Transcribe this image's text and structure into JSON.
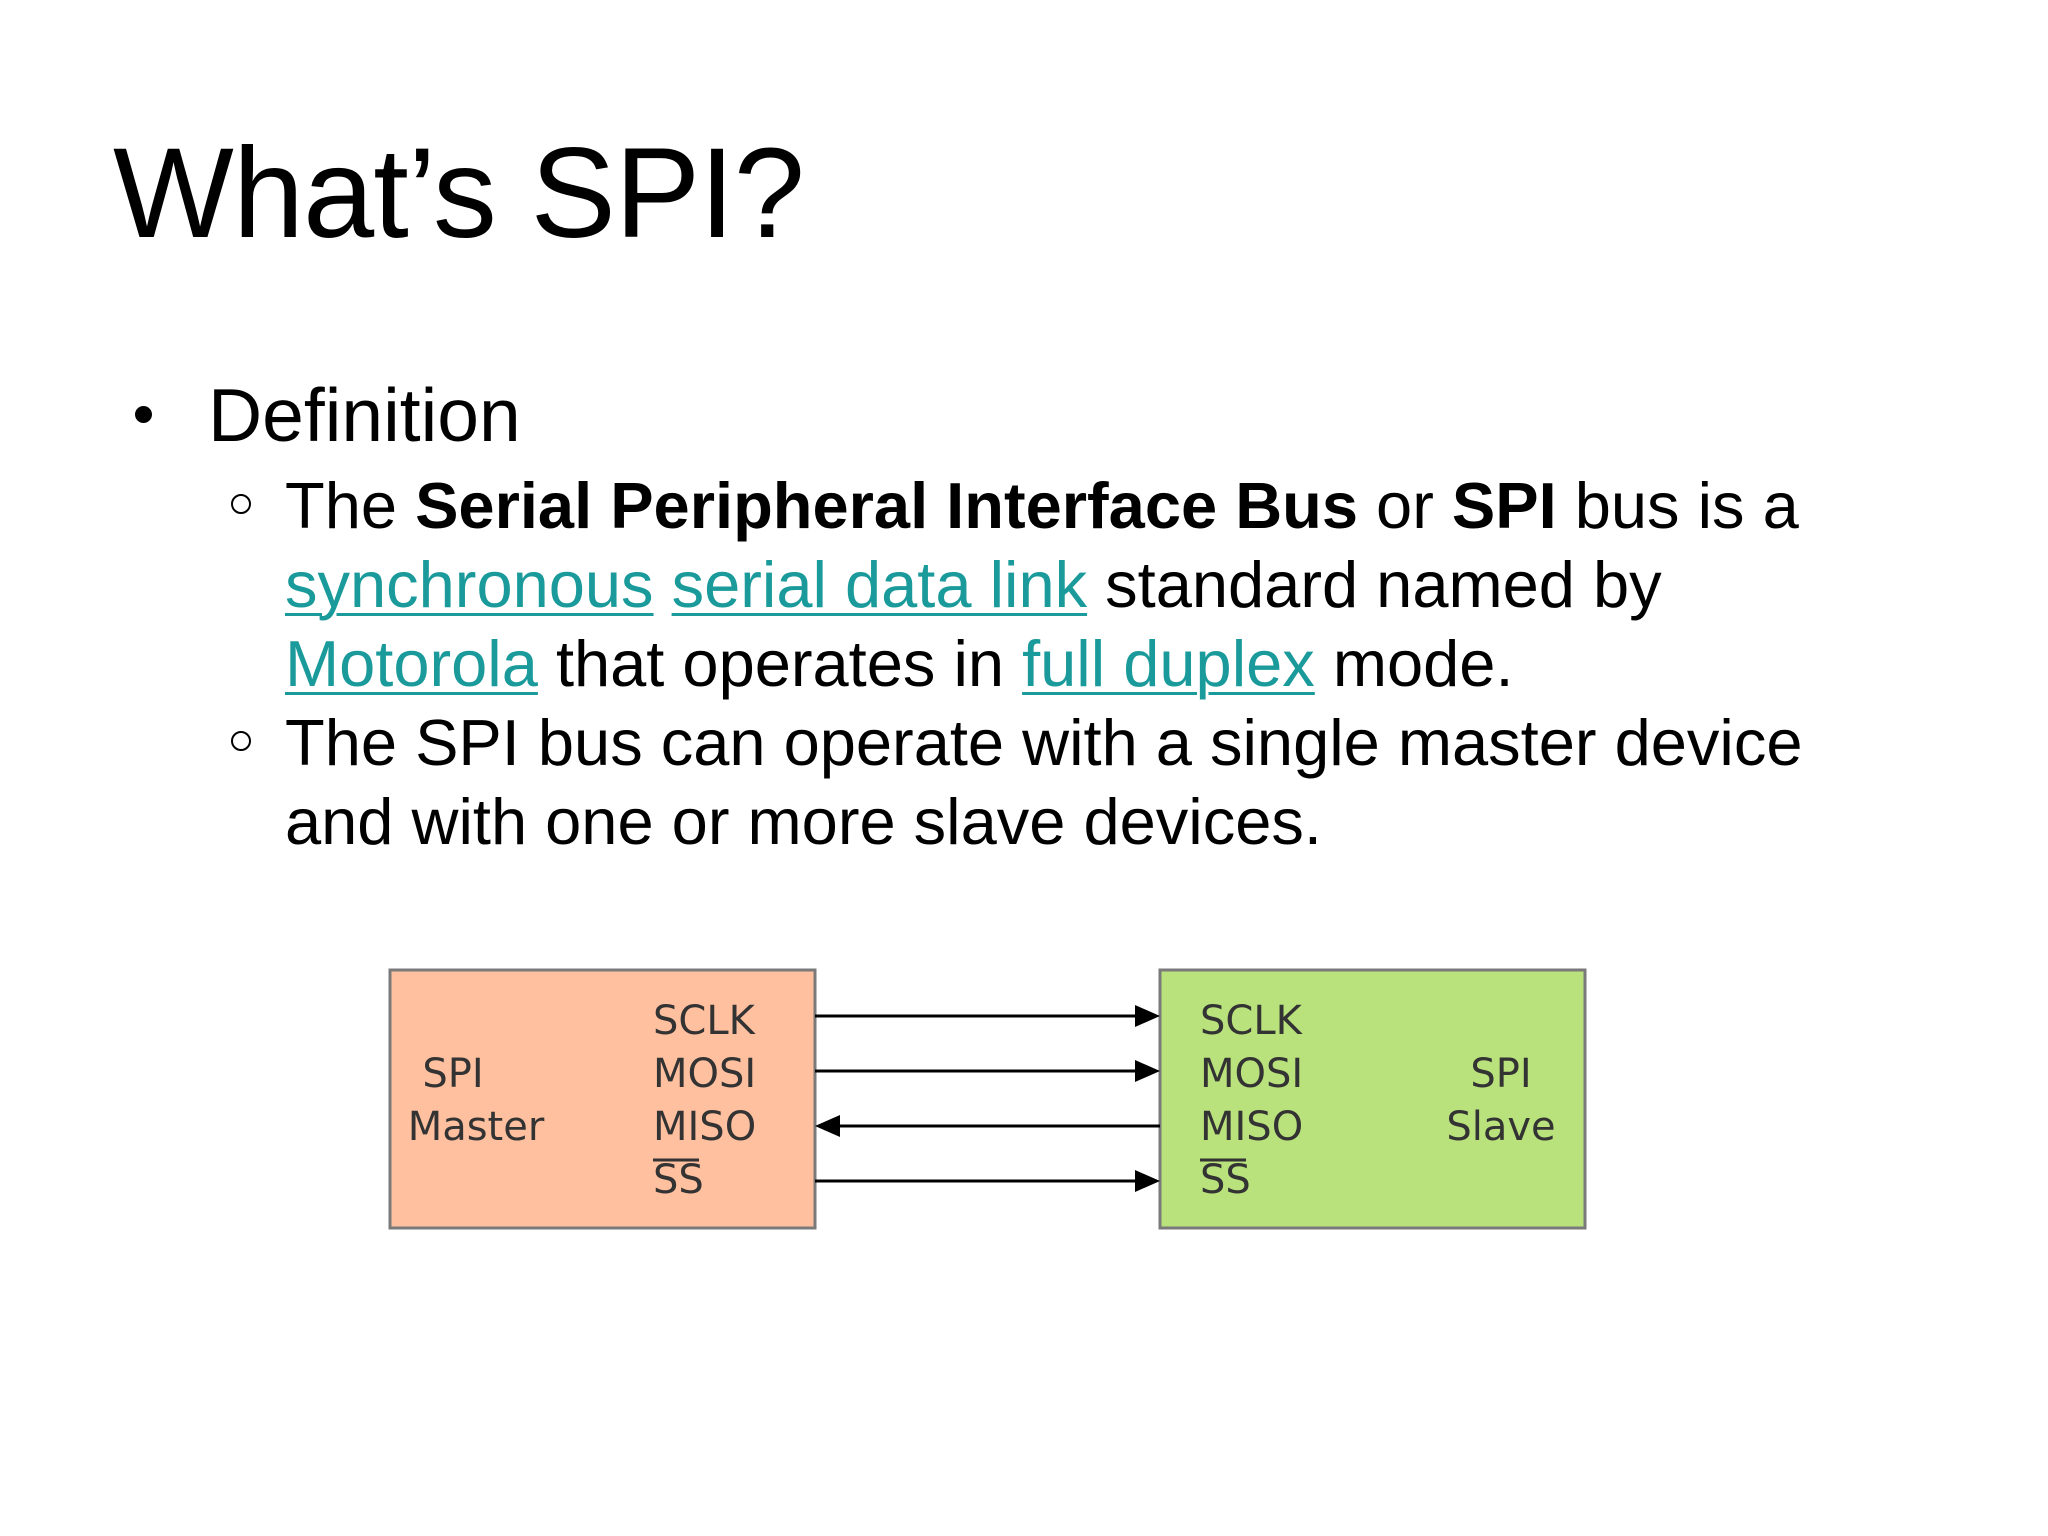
{
  "slide": {
    "title": "What’s SPI?",
    "bullet": "Definition",
    "sub1": {
      "l1_the": "The ",
      "l1_bold1": "Serial Peripheral Interface Bus",
      "l1_or": " or ",
      "l1_bold2": "SPI",
      "l1_rest": " bus is a",
      "l2_link1": "synchronous",
      "l2_link2": "serial data link",
      "l2_rest": " standard named by",
      "l3_link1": "Motorola",
      "l3_mid": " that operates in ",
      "l3_link2": "full duplex",
      "l3_rest": " mode."
    },
    "sub2": {
      "line1": "The SPI bus can operate with a single master device",
      "line2": "and with one or more slave devices."
    }
  },
  "diagram": {
    "master_line1": "SPI",
    "master_line2": "Master",
    "slave_line1": "SPI",
    "slave_line2": "Slave",
    "signals": [
      "SCLK",
      "MOSI",
      "MISO",
      "SS"
    ],
    "colors": {
      "master_fill": "#ffc0a0",
      "slave_fill": "#b9e27c",
      "link": "#1a9a9a"
    }
  }
}
